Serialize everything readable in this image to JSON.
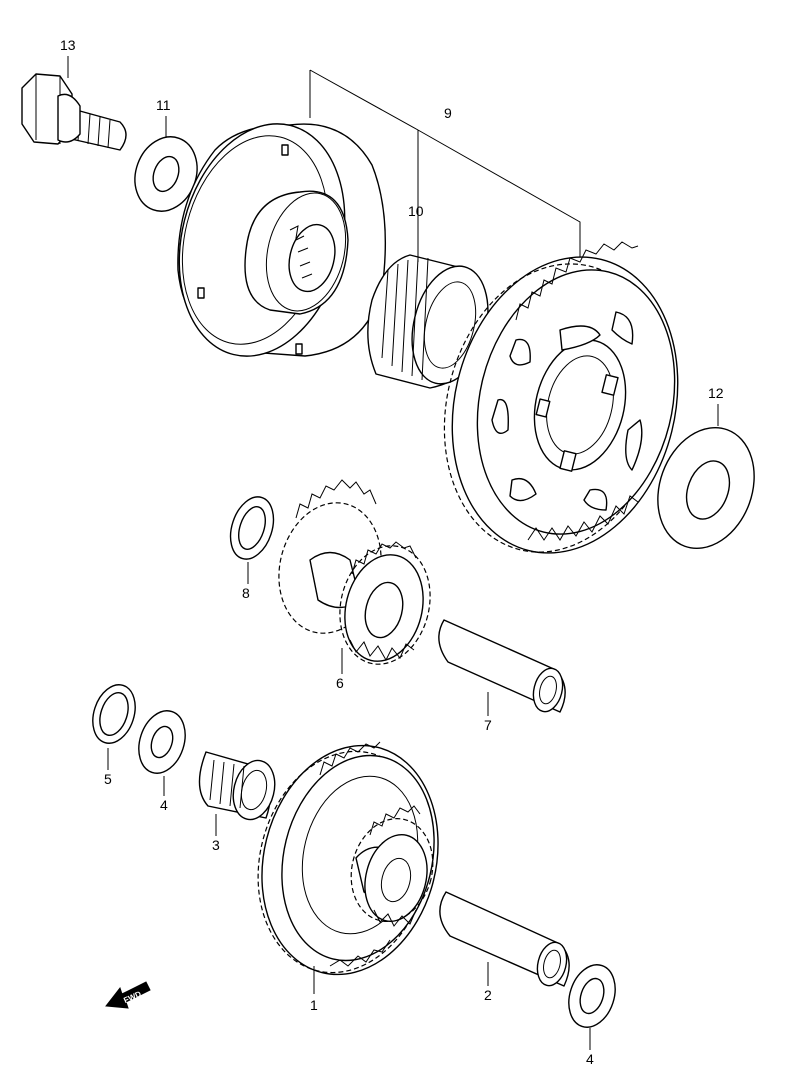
{
  "callouts": {
    "p1": "1",
    "p2": "2",
    "p3": "3",
    "p4a": "4",
    "p4b": "4",
    "p5": "5",
    "p6": "6",
    "p7": "7",
    "p8": "8",
    "p9": "9",
    "p10": "10",
    "p11": "11",
    "p12": "12",
    "p13": "13"
  },
  "fwd_badge": "FWD",
  "line_color": "#000000",
  "background_color": "#ffffff"
}
